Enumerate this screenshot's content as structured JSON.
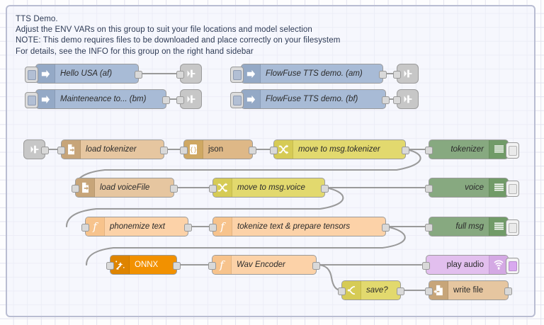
{
  "editor": {
    "app": "Node-RED flow editor",
    "canvas_name": "flow-canvas"
  },
  "group": {
    "note_text": "TTS Demo.\nAdjust the ENV VARs on this group to suit your file locations and model selection\nNOTE: This demo requires files to be downloaded and place correctly on your filesystem\nFor details, see the INFO for this group on the right hand sidebar",
    "border_color": "#b9bdd2",
    "fill_color": "#f2f4fc"
  },
  "palette": {
    "inject": "#a8bbd6",
    "file_in": "#e6c6a0",
    "json": "#deb887",
    "change": "#e2d96e",
    "switch": "#e2d96e",
    "function": "#fcd2a8",
    "debug": "#87a980",
    "onnx": "#f29100",
    "audio_out": "#e2bfee",
    "link": "#c7c7c7"
  },
  "nodes": [
    {
      "id": "inject-hello-usa",
      "label": "Hello USA (af)",
      "type": "inject",
      "icon": "inject-arrow-icon"
    },
    {
      "id": "inject-maintenance",
      "label": "Mainteneance to... (bm)",
      "type": "inject",
      "icon": "inject-arrow-icon"
    },
    {
      "id": "inject-flowfuse-am",
      "label": "FlowFuse TTS demo. (am)",
      "type": "inject",
      "icon": "inject-arrow-icon"
    },
    {
      "id": "inject-flowfuse-bf",
      "label": "FlowFuse TTS demo. (bf)",
      "type": "inject",
      "icon": "inject-arrow-icon"
    },
    {
      "id": "link-out-1",
      "label": "",
      "type": "link-out",
      "icon": "link-out-icon"
    },
    {
      "id": "link-out-2",
      "label": "",
      "type": "link-out",
      "icon": "link-out-icon"
    },
    {
      "id": "link-out-3",
      "label": "",
      "type": "link-out",
      "icon": "link-out-icon"
    },
    {
      "id": "link-out-4",
      "label": "",
      "type": "link-out",
      "icon": "link-out-icon"
    },
    {
      "id": "link-in-1",
      "label": "",
      "type": "link-in",
      "icon": "link-in-icon"
    },
    {
      "id": "load-tokenizer",
      "label": "load tokenizer",
      "type": "file-in",
      "icon": "file-in-icon"
    },
    {
      "id": "json",
      "label": "json",
      "type": "json",
      "icon": "json-braces-icon"
    },
    {
      "id": "move-to-tokenizer",
      "label": "move to msg.tokenizer",
      "type": "change",
      "icon": "change-shuffle-icon"
    },
    {
      "id": "debug-tokenizer",
      "label": "tokenizer",
      "type": "debug",
      "icon": "debug-lines-icon"
    },
    {
      "id": "load-voicefile",
      "label": "load voiceFile",
      "type": "file-in",
      "icon": "file-in-icon"
    },
    {
      "id": "move-to-voice",
      "label": "move to msg.voice",
      "type": "change",
      "icon": "change-shuffle-icon"
    },
    {
      "id": "debug-voice",
      "label": "voice",
      "type": "debug",
      "icon": "debug-lines-icon"
    },
    {
      "id": "phonemize-text",
      "label": "phonemize text",
      "type": "function",
      "icon": "function-f-icon"
    },
    {
      "id": "tokenize-tensors",
      "label": "tokenize text & prepare tensors",
      "type": "function",
      "icon": "function-f-icon"
    },
    {
      "id": "debug-full-msg",
      "label": "full msg",
      "type": "debug",
      "icon": "debug-lines-icon"
    },
    {
      "id": "onnx",
      "label": "ONNX",
      "type": "onnx",
      "icon": "magic-wand-icon"
    },
    {
      "id": "wav-encoder",
      "label": "Wav Encoder",
      "type": "function",
      "icon": "function-f-icon"
    },
    {
      "id": "play-audio",
      "label": "play audio",
      "type": "audio-out",
      "icon": "speaker-icon"
    },
    {
      "id": "save-switch",
      "label": "save?",
      "type": "switch",
      "icon": "switch-branch-icon"
    },
    {
      "id": "write-file",
      "label": "write file",
      "type": "file-out",
      "icon": "file-out-icon"
    }
  ]
}
